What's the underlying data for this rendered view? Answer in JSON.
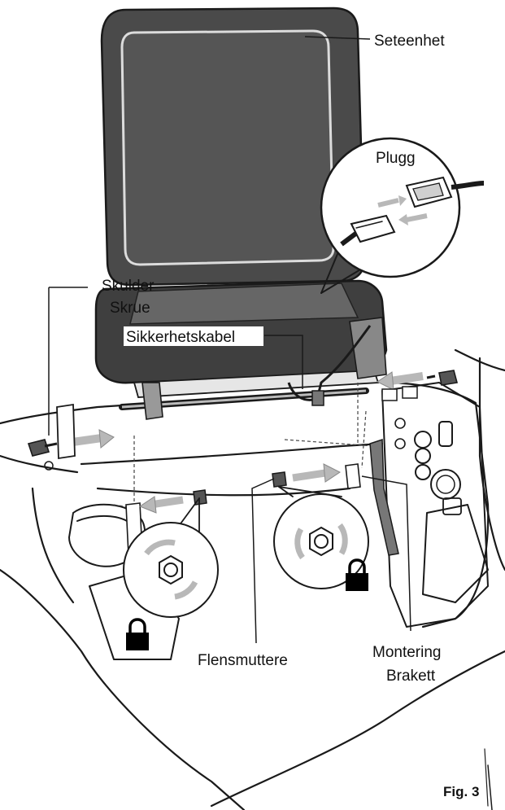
{
  "figure": {
    "labels": {
      "seat_unit": "Seteenhet",
      "plug": "Plugg",
      "shoulder_screw_line1": "Skulder",
      "shoulder_screw_line2": "Skrue",
      "safety_cable": "Sikkerhetskabel",
      "flange_nuts": "Flensmuttere",
      "mounting_bracket_line1": "Montering",
      "mounting_bracket_line2": "Brakett"
    },
    "caption": "Fig. 3",
    "colors": {
      "seat_fill": "#4a4a4a",
      "seat_panel": "#5a5a5a",
      "line": "#1a1a1a",
      "arrow_fill": "#b8b8b8",
      "background": "#ffffff"
    },
    "icons": [
      "lock-icon",
      "lock-icon",
      "rotation-arrows-icon",
      "rotation-arrows-icon"
    ]
  }
}
